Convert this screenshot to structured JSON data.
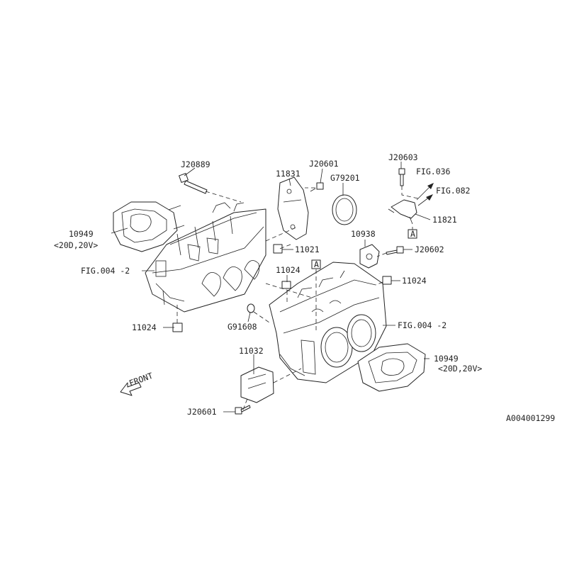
{
  "labels": {
    "j20889": "J20889",
    "p10949_left": "10949",
    "p10949_left_variant": "<20D,20V>",
    "fig004_left": "FIG.004 -2",
    "p11024_left": "11024",
    "p11831": "11831",
    "j20601_top": "J20601",
    "g79201": "G79201",
    "p11021": "11021",
    "p11024_mid": "11024",
    "g91608": "G91608",
    "j20603": "J20603",
    "fig036": "FIG.036",
    "fig082": "FIG.082",
    "p11821": "11821",
    "p10938": "10938",
    "j20602": "J20602",
    "p11024_right": "11024",
    "fig004_right": "FIG.004 -2",
    "p10949_right": "10949",
    "p10949_right_variant": "<20D,20V>",
    "p11032": "11032",
    "j20601_bottom": "J20601",
    "front": "FRONT",
    "ref_a": "A",
    "diagram_id": "A004001299"
  },
  "icons": [
    "front-arrow-icon",
    "fig-arrow-icon",
    "reference-box-icon"
  ]
}
